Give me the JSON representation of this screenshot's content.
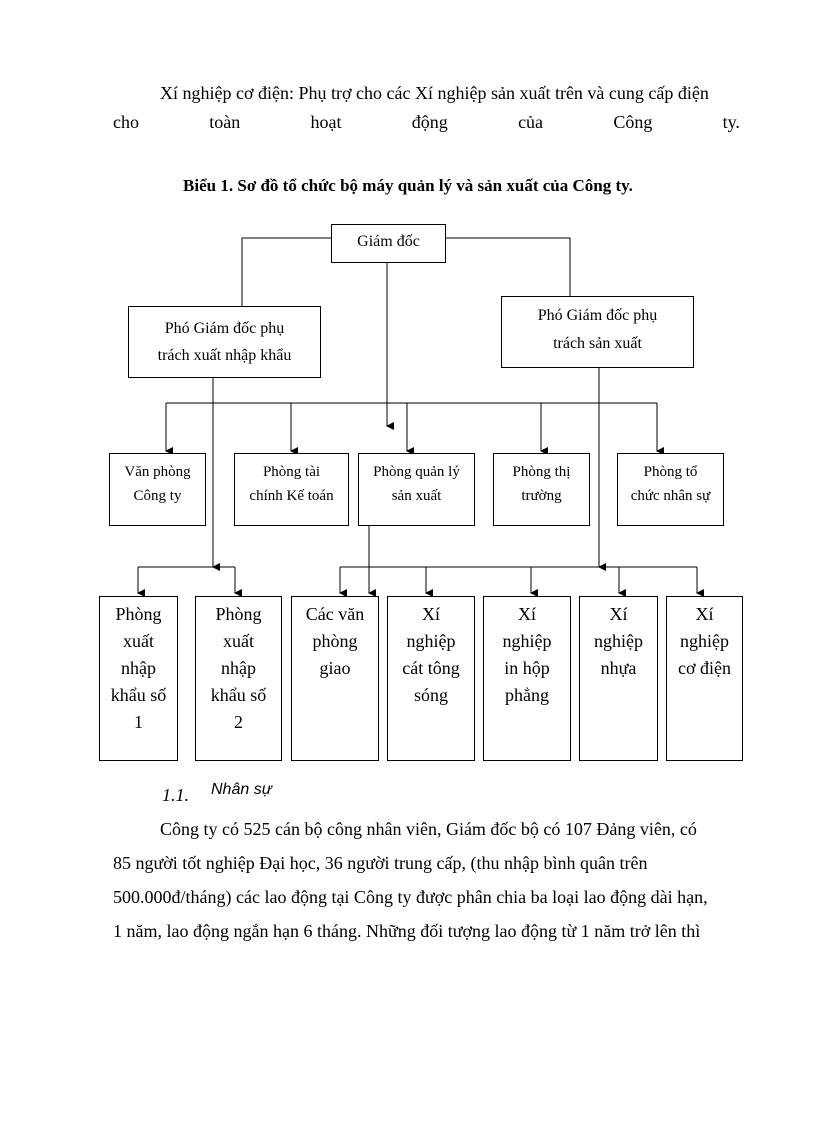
{
  "paragraph1": {
    "line1": "Xí nghiệp cơ điện: Phụ trợ cho các Xí nghiệp sản xuất trên và cung cấp điện",
    "line2_words": [
      "cho",
      "toàn",
      "hoạt",
      "động",
      "của",
      "Công",
      "ty."
    ]
  },
  "caption": "Biểu 1. Sơ đồ tổ chức bộ máy quản lý và sản xuất của Công ty.",
  "org": {
    "director": "Giám đốc",
    "deputy_export": "Phó Giám đốc phụ\ntrách xuất nhập khẩu",
    "deputy_production": "Phó Giám đốc phụ\ntrách sản xuất",
    "departments": [
      "Văn phòng\nCông ty",
      "Phòng tài\nchính Kế toán",
      "Phòng quản lý\nsản xuất",
      "Phòng thị\ntrường",
      "Phòng tổ\nchức nhân sự"
    ],
    "units": [
      "Phòng\nxuất\nnhập\nkhẩu số\n1",
      "Phòng\nxuất\nnhập\nkhẩu số\n2",
      "Các văn\nphòng\ngiao",
      "Xí\nnghiệp\ncát tông\nsóng",
      "Xí\nnghiệp\nin hộp\nphẳng",
      "Xí\nnghiệp\nnhựa",
      "Xí\nnghiệp\ncơ điện"
    ]
  },
  "section": {
    "number": "1.1.",
    "title": "Nhân sự"
  },
  "paragraph2": [
    "Công ty có 525 cán bộ công nhân viên, Giám đốc bộ có 107 Đảng viên, có",
    "85 người tốt nghiệp Đại học, 36 người trung cấp, (thu nhập bình quân trên",
    "500.000đ/tháng) các lao động tại Công ty được phân chia ba loại lao động dài hạn,",
    "1 năm, lao động ngắn hạn 6 tháng. Những đối tượng lao động từ 1 năm trở lên thì"
  ]
}
